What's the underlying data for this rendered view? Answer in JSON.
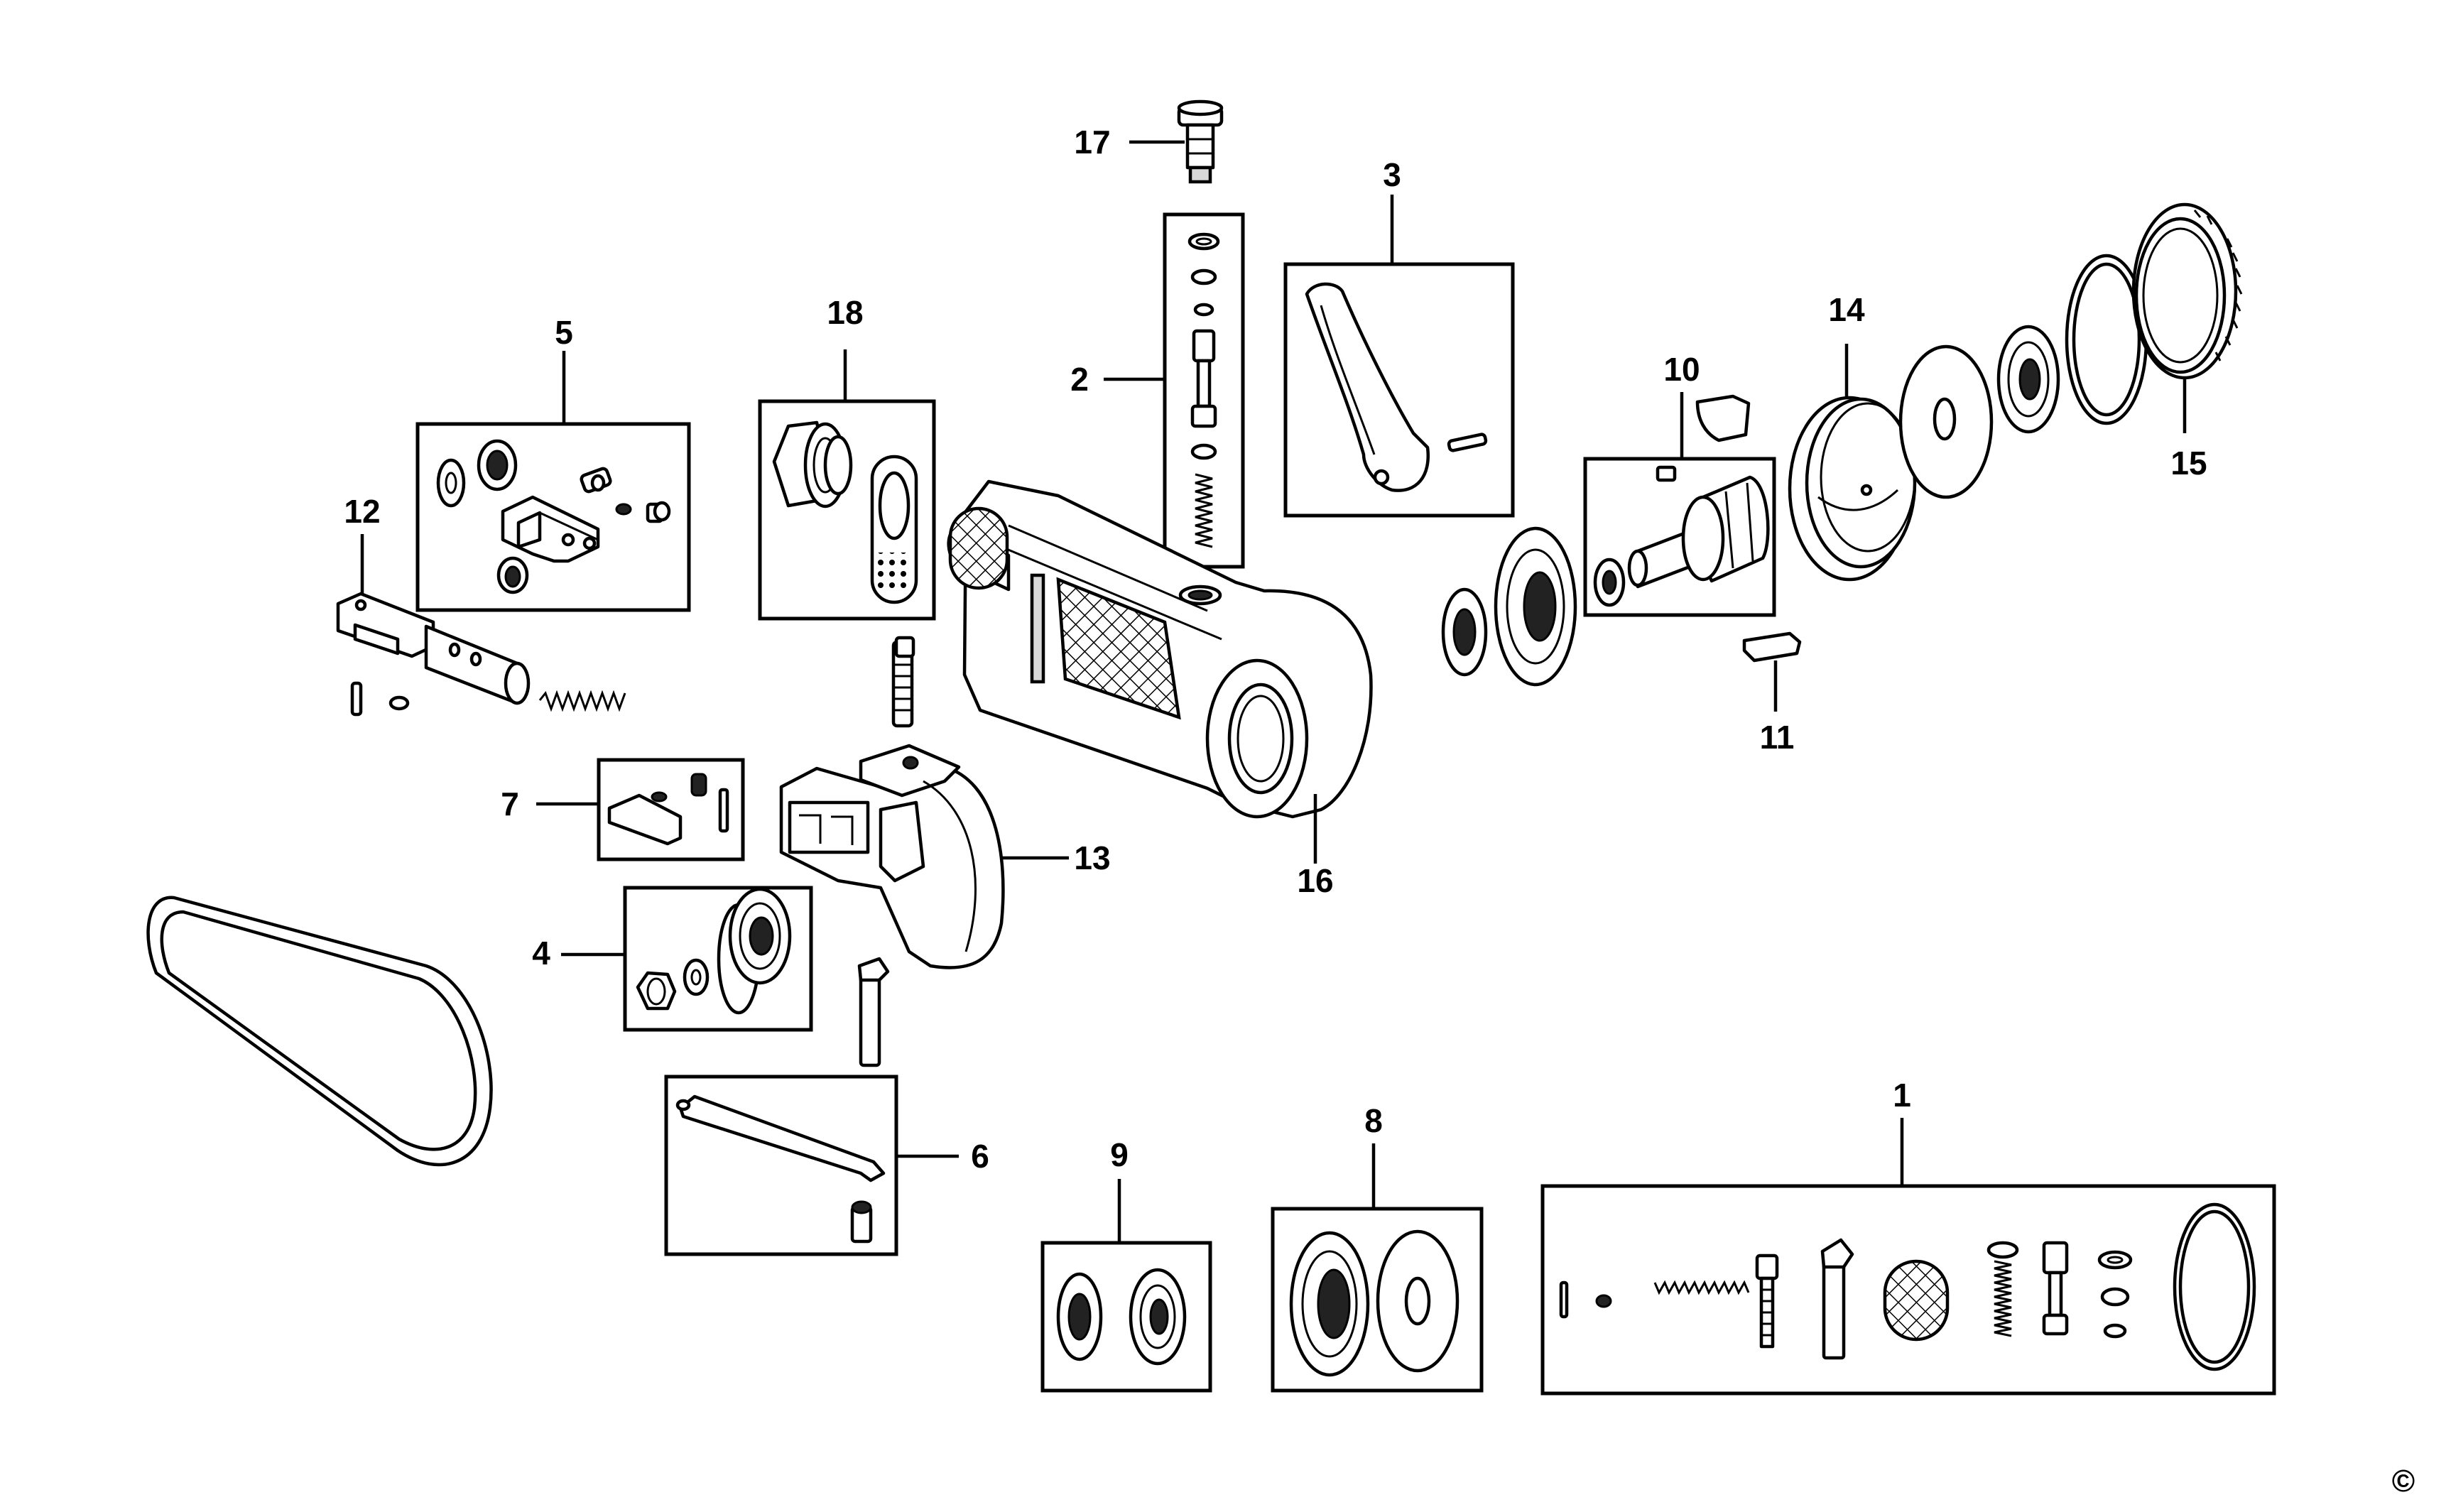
{
  "callouts": [
    {
      "id": "c1",
      "label": "1"
    },
    {
      "id": "c2",
      "label": "2"
    },
    {
      "id": "c3",
      "label": "3"
    },
    {
      "id": "c4",
      "label": "4"
    },
    {
      "id": "c5",
      "label": "5"
    },
    {
      "id": "c6",
      "label": "6"
    },
    {
      "id": "c7",
      "label": "7"
    },
    {
      "id": "c8",
      "label": "8"
    },
    {
      "id": "c9",
      "label": "9"
    },
    {
      "id": "c10",
      "label": "10"
    },
    {
      "id": "c11",
      "label": "11"
    },
    {
      "id": "c12",
      "label": "12"
    },
    {
      "id": "c13",
      "label": "13"
    },
    {
      "id": "c14",
      "label": "14"
    },
    {
      "id": "c15",
      "label": "15"
    },
    {
      "id": "c16",
      "label": "16"
    },
    {
      "id": "c17",
      "label": "17"
    },
    {
      "id": "c18",
      "label": "18"
    }
  ],
  "copyright": "©"
}
